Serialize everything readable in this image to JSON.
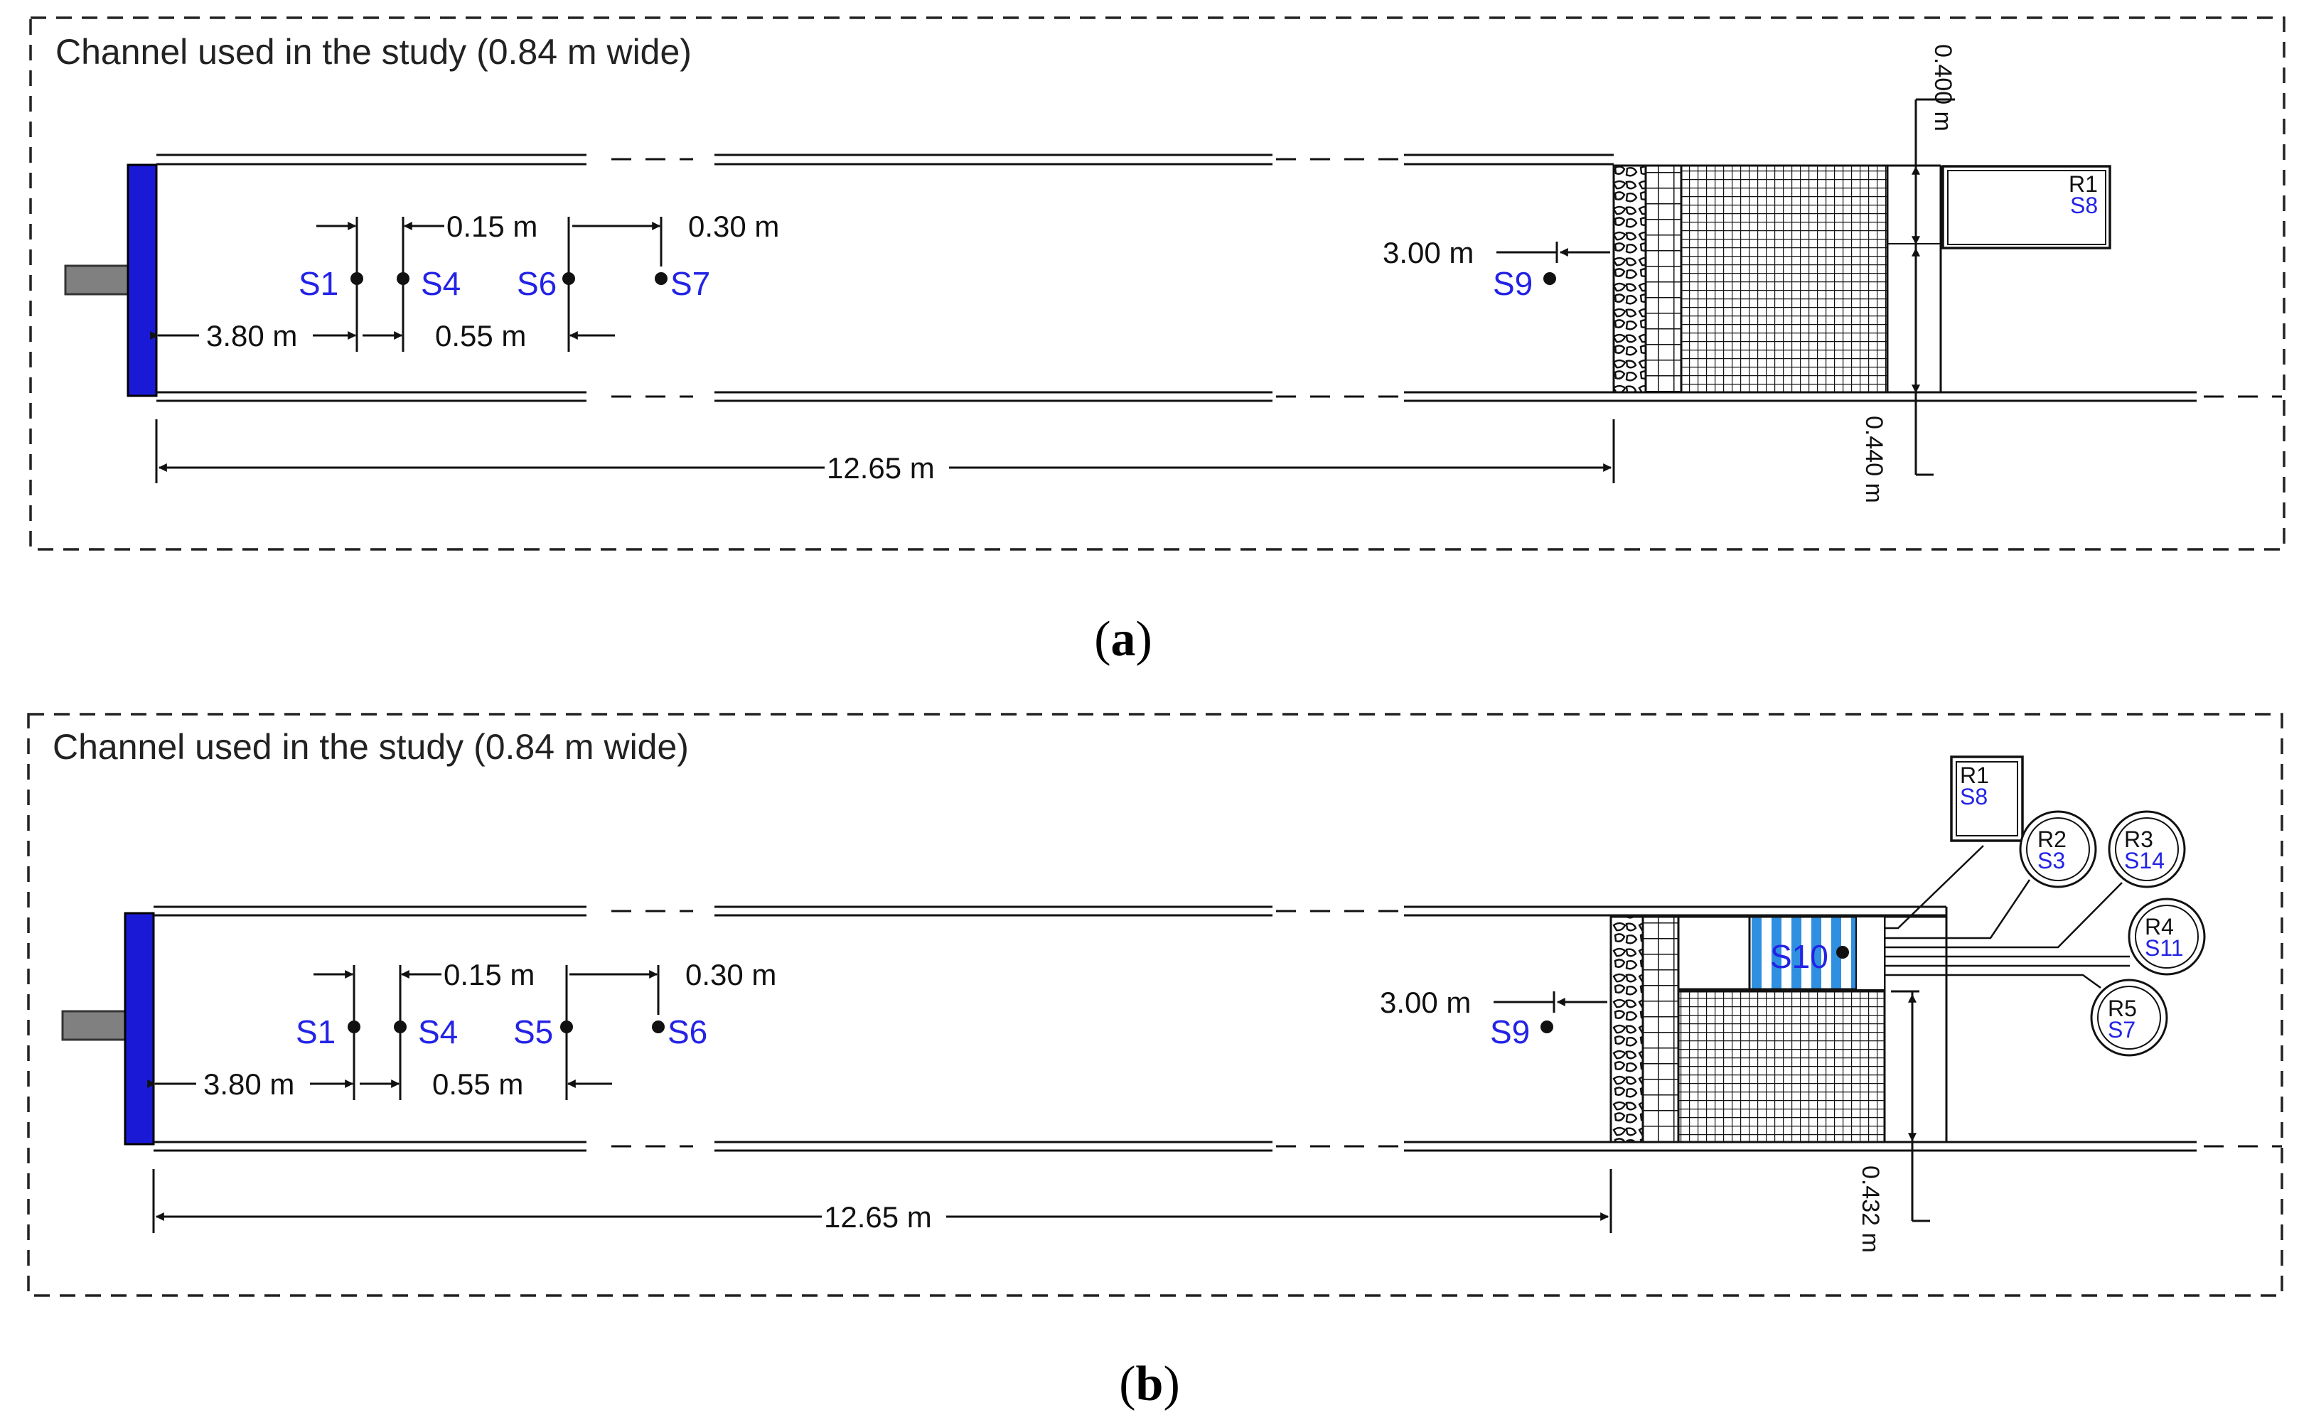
{
  "colors": {
    "sensor": "#2323e6",
    "gate": "#1a1ad6",
    "frame": "#222222",
    "pipe": "#808080",
    "slats": "#2f8fe0"
  },
  "panels": [
    {
      "id": "a",
      "title": "Channel used in the study (0.84 m wide)",
      "caption_open": "(",
      "caption_letter": "a",
      "caption_close": ")",
      "dims": {
        "d1": "0.15 m",
        "d2": "0.30 m",
        "d3": "3.80 m",
        "d4": "0.55 m",
        "d5": "12.65 m",
        "d6": "3.00 m",
        "d7": "0.400 m",
        "d8": "0.440 m"
      },
      "sensors": [
        "S1",
        "S4",
        "S6",
        "S7",
        "S9"
      ],
      "reservoirs": [
        {
          "name": "R1",
          "sensor": "S8"
        }
      ]
    },
    {
      "id": "b",
      "title": "Channel used in the study (0.84 m wide)",
      "caption_open": "(",
      "caption_letter": "b",
      "caption_close": ")",
      "dims": {
        "d1": "0.15 m",
        "d2": "0.30 m",
        "d3": "3.80 m",
        "d4": "0.55 m",
        "d5": "12.65 m",
        "d6": "3.00 m",
        "d7": "0.432 m"
      },
      "sensors": [
        "S1",
        "S4",
        "S5",
        "S6",
        "S9",
        "S10"
      ],
      "reservoirs": [
        {
          "name": "R1",
          "sensor": "S8"
        },
        {
          "name": "R2",
          "sensor": "S3"
        },
        {
          "name": "R3",
          "sensor": "S14"
        },
        {
          "name": "R4",
          "sensor": "S11"
        },
        {
          "name": "R5",
          "sensor": "S7"
        }
      ]
    }
  ]
}
